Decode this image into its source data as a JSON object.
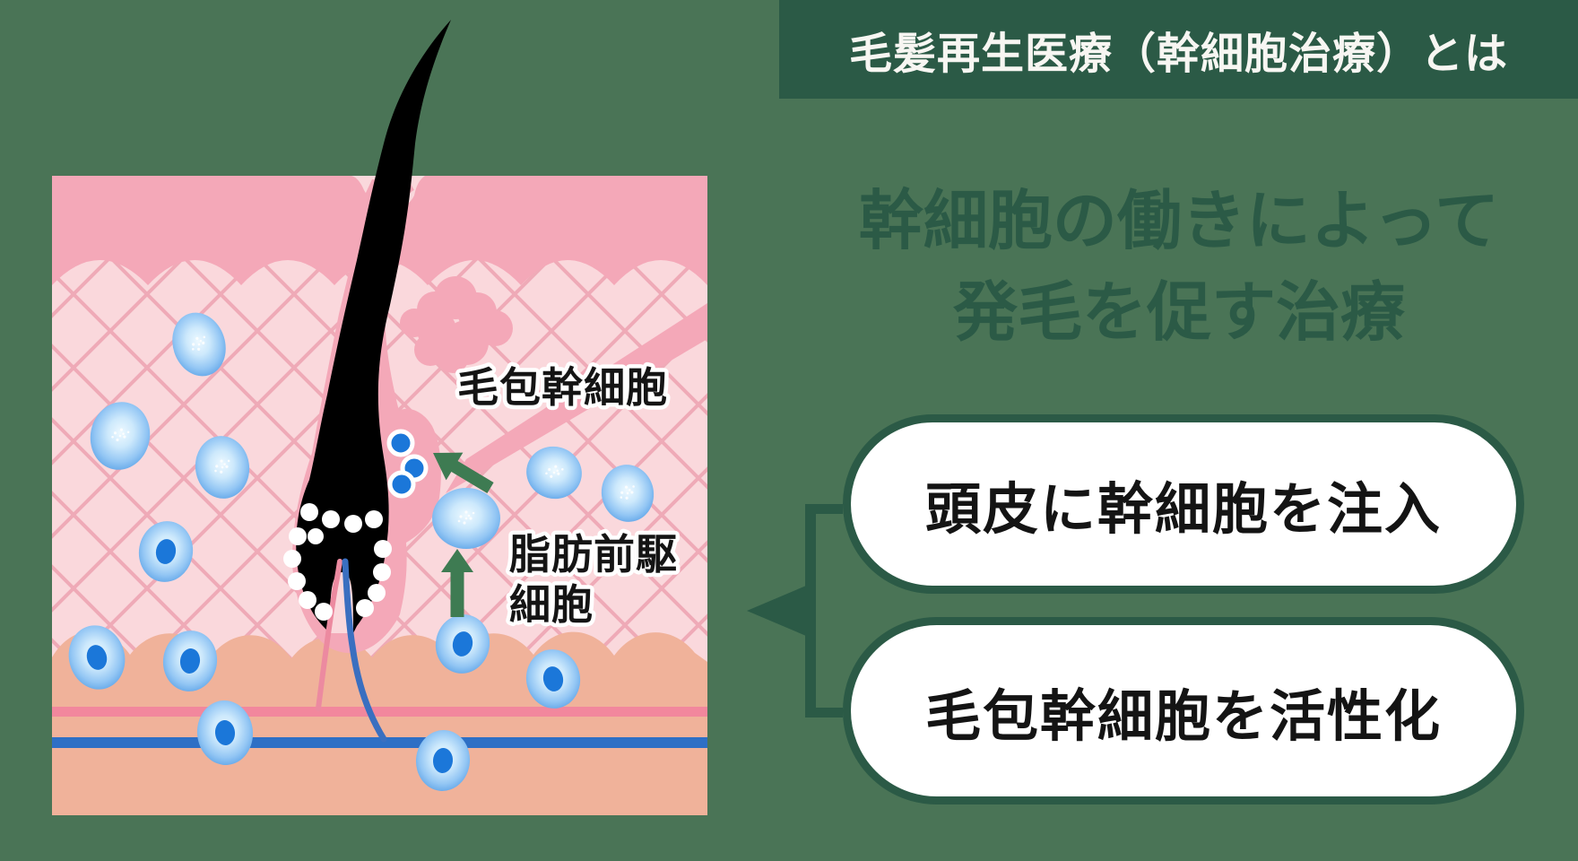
{
  "header": {
    "title": "毛髪再生医療（幹細胞治療）とは"
  },
  "main_title": {
    "line1": "幹細胞の働きによって",
    "line2": "発毛を促す治療"
  },
  "pills": [
    {
      "label": "頭皮に幹細胞を注入"
    },
    {
      "label": "毛包幹細胞を活性化"
    }
  ],
  "illustration": {
    "labels": {
      "follicle_stem_cell": "毛包幹細胞",
      "fat_precursor_line1": "脂肪前駆",
      "fat_precursor_line2": "細胞"
    },
    "icons": [
      "hair-icon",
      "follicle-bulb-icon",
      "stem-cell-dot-icon",
      "cell-icon",
      "arrow-up-icon",
      "arrow-diagonal-icon",
      "arrow-left-icon"
    ]
  },
  "colors": {
    "background_green": "#4a7456",
    "accent_dark_green": "#2b5a46",
    "illustration_arrow_green": "#3e7b52",
    "skin_light_pink": "#fad8dc",
    "skin_dark_pink": "#f4a8b8",
    "crosshatch_pink": "#ec9fae",
    "hypodermis_tan": "#f0b29a",
    "vessel_band_pink": "#f2879d",
    "vessel_band_blue": "#2e6fc5",
    "cell_blue": "#559ee5",
    "stem_cell_dot_blue": "#1b77d9",
    "hair_black": "#000000",
    "pill_background": "#ffffff",
    "pill_text": "#141414",
    "header_text": "#f7f6f2"
  }
}
